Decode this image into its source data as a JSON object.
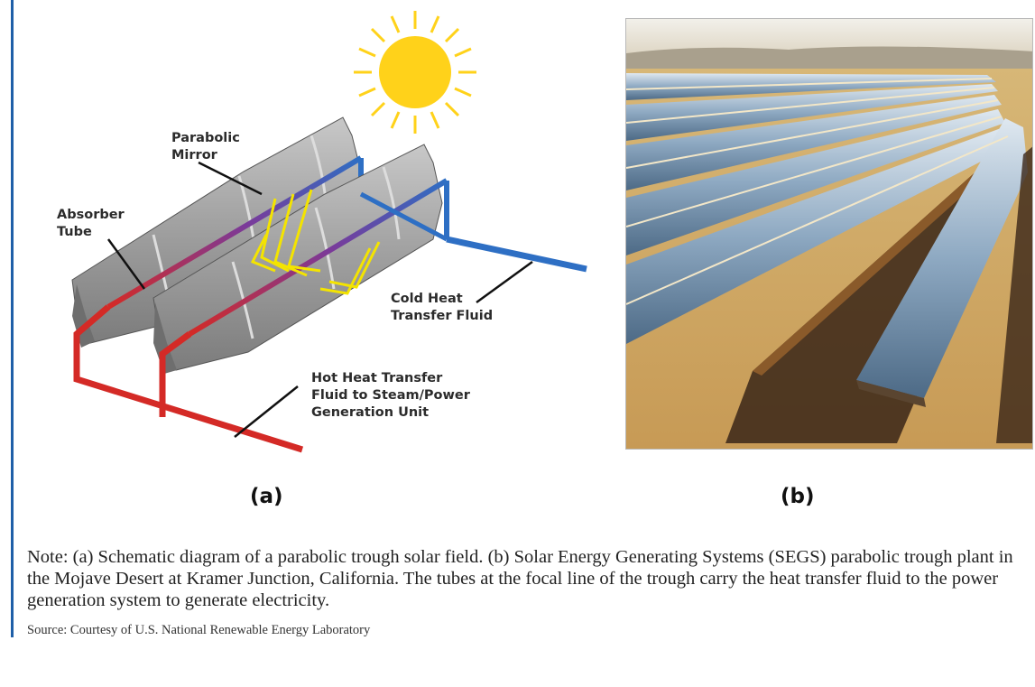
{
  "figure": {
    "panel_a": {
      "label": "(a)",
      "callouts": {
        "parabolic_mirror": "Parabolic\nMirror",
        "absorber_tube": "Absorber\nTube",
        "cold_fluid": "Cold Heat\nTransfer Fluid",
        "hot_fluid": "Hot Heat Transfer\nFluid to Steam/Power\nGeneration Unit"
      },
      "icons": [
        "sun-icon",
        "sunlight-ray-arrows"
      ],
      "colors": {
        "hot_pipe": "#d42a26",
        "cold_pipe": "#2e6fc4",
        "mirror": "#9b9b9b",
        "sun": "#ffd21a",
        "rays": "#f4e400"
      }
    },
    "panel_b": {
      "label": "(b)"
    }
  },
  "note": "Note: (a) Schematic diagram of a parabolic trough solar field. (b) Solar Energy Generating Systems (SEGS) parabolic trough plant in the Mojave Desert at Kramer Junction, California. The tubes at the focal line of the trough carry the heat transfer fluid to the power generation system to generate electricity.",
  "source": "Source: Courtesy of U.S. National Renewable Energy Laboratory"
}
